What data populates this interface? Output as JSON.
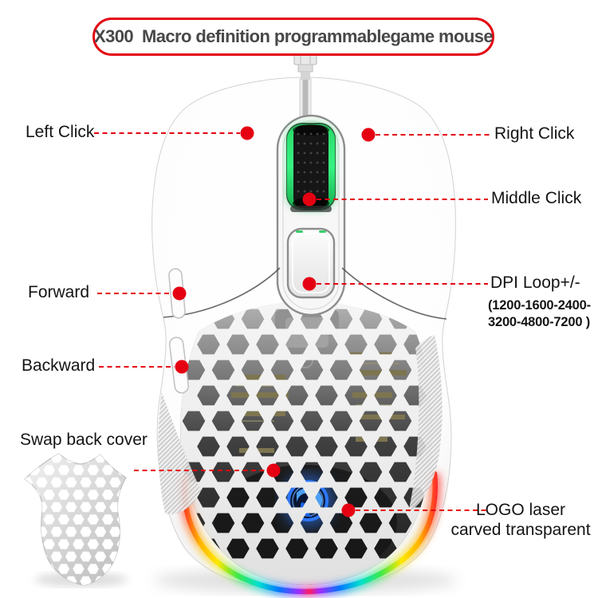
{
  "banner": {
    "title": "X300  Macro definition programmablegame mouse"
  },
  "callouts": {
    "left_click": {
      "label": "Left Click"
    },
    "right_click": {
      "label": "Right Click"
    },
    "middle_click": {
      "label": "Middle Click"
    },
    "forward": {
      "label": "Forward"
    },
    "backward": {
      "label": "Backward"
    },
    "swap_back_cover": {
      "label": "Swap back cover"
    },
    "dpi_loop": {
      "label": "DPI Loop+/-",
      "values_line1": "(1200-1600-2400-",
      "values_line2": "3200-4800-7200 )"
    },
    "logo": {
      "line1": "LOGO laser",
      "line2": "carved transparent"
    }
  },
  "colors": {
    "accent_red": "#e50012",
    "title_text": "#484848",
    "wheel_green": "#2fe87a",
    "logo_blue": "#2f7bff",
    "body_white": "#ffffff"
  }
}
